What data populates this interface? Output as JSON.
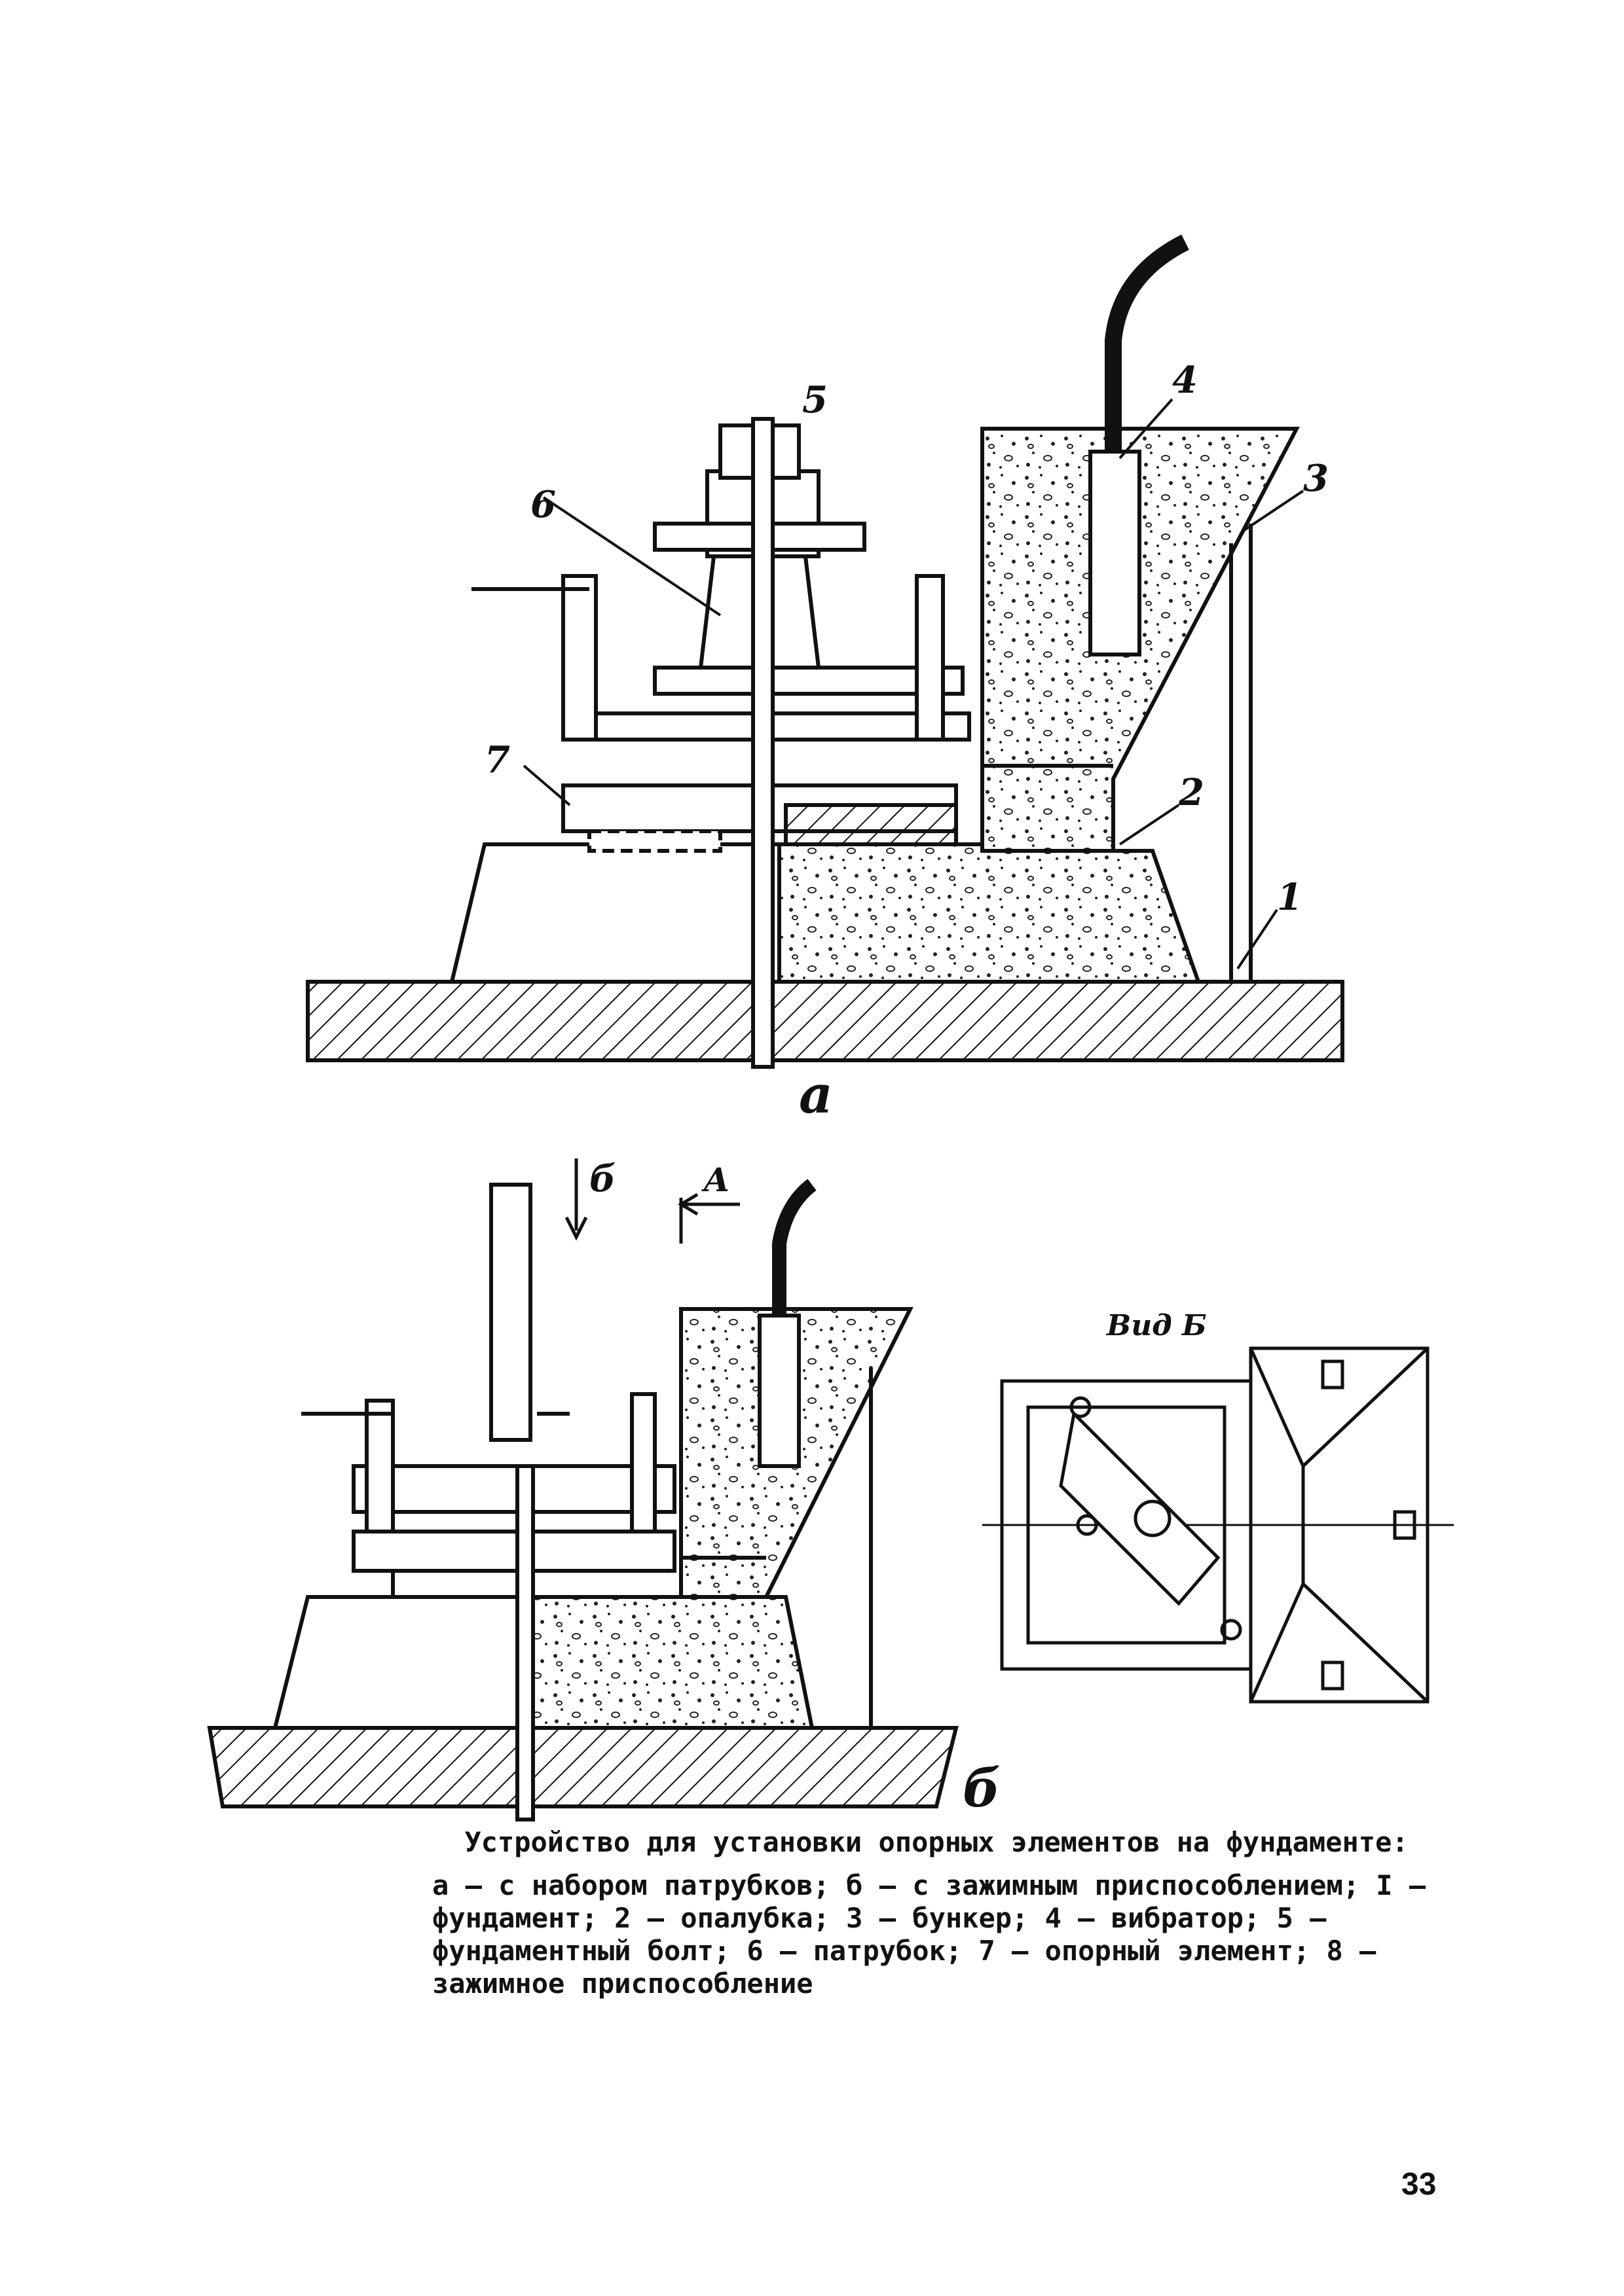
{
  "figure": {
    "callouts": [
      "1",
      "2",
      "3",
      "4",
      "5",
      "6",
      "7"
    ],
    "subfigure_a": "a",
    "subfigure_b": "б",
    "view_arrow_b": "б",
    "section_arrow": "A",
    "view_label": "Вид Б"
  },
  "caption": {
    "title": "Устройство для установки опорных элементов на фундаменте:",
    "legend": "а – с набором патрубков; б – с зажимным приспособлением; I – фундамент; 2 – опалубка; 3 – бункер; 4 – вибратор; 5 – фундаментный болт; 6 – патрубок; 7 – опорный элемент; 8 – зажимное приспособление"
  },
  "page_number": "33"
}
